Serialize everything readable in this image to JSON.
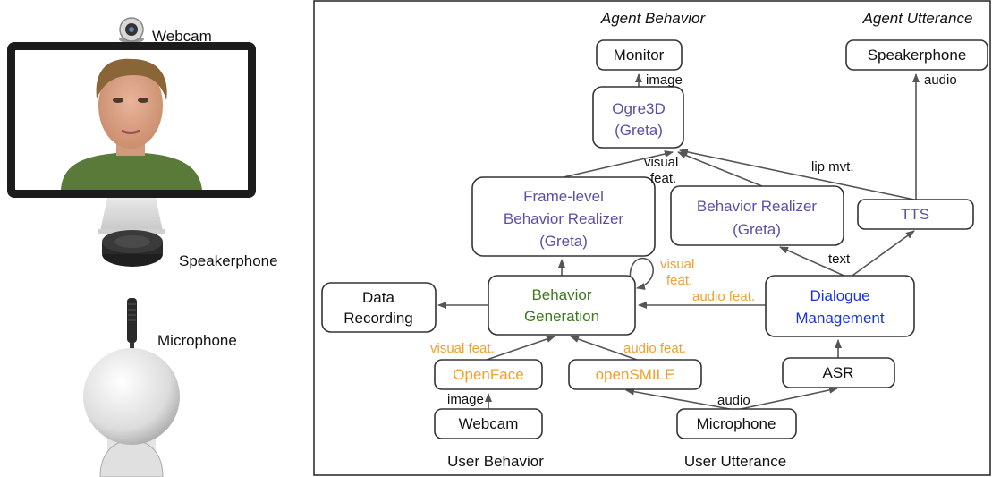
{
  "left_panel": {
    "webcam_label": "Webcam",
    "speakerphone_label": "Speakerphone",
    "microphone_label": "Microphone"
  },
  "headers": {
    "agent_behavior": "Agent Behavior",
    "agent_utterance": "Agent Utterance",
    "user_behavior": "User Behavior",
    "user_utterance": "User Utterance"
  },
  "nodes": {
    "monitor": "Monitor",
    "speakerphone": "Speakerphone",
    "ogre_line1": "Ogre3D",
    "ogre_line2": "(Greta)",
    "frame_line1": "Frame-level",
    "frame_line2": "Behavior Realizer",
    "frame_line3": "(Greta)",
    "realizer_line1": "Behavior Realizer",
    "realizer_line2": "(Greta)",
    "tts": "TTS",
    "data_line1": "Data",
    "data_line2": "Recording",
    "gen_line1": "Behavior",
    "gen_line2": "Generation",
    "dm_line1": "Dialogue",
    "dm_line2": "Management",
    "openface": "OpenFace",
    "opensmile": "openSMILE",
    "asr": "ASR",
    "webcam": "Webcam",
    "microphone": "Microphone"
  },
  "edge_labels": {
    "image_top": "image",
    "audio_top": "audio",
    "visual_feat_1": "visual",
    "visual_feat_2": "feat.",
    "lip_mvt": "lip mvt.",
    "text": "text",
    "loop_visual_1": "visual",
    "loop_visual_2": "feat.",
    "audio_feat_dm": "audio feat.",
    "visual_feat_of": "visual feat.",
    "audio_feat_os": "audio feat.",
    "image_bottom": "image",
    "audio_bottom": "audio"
  },
  "colors": {
    "purple": "#5b4fa8",
    "green": "#3d7a1e",
    "blue": "#1a33e0",
    "orange": "#f0a030",
    "arrow": "#555555"
  }
}
